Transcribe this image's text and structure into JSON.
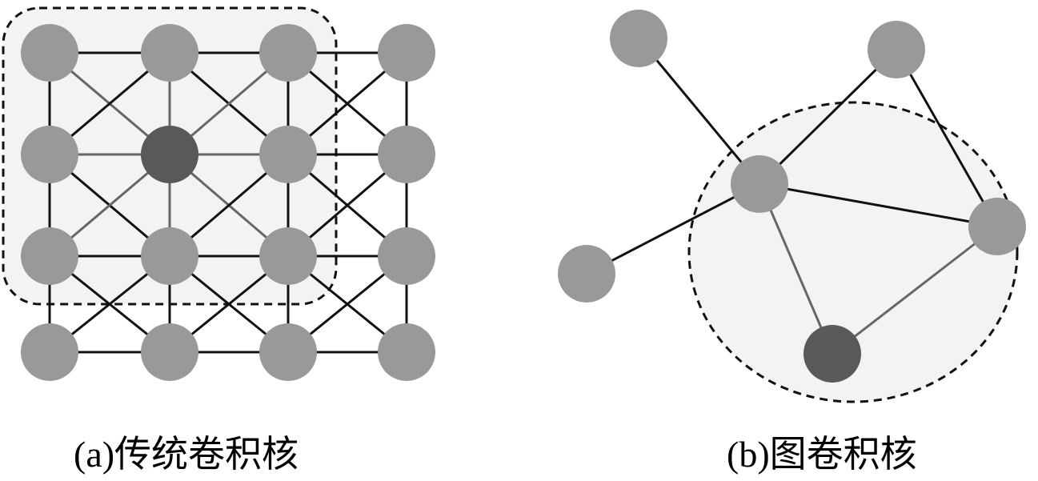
{
  "captions": {
    "a": "(a)传统卷积核",
    "b": "(b)图卷积核"
  },
  "colors": {
    "node": "#999999",
    "center_node": "#595959",
    "edge": "#111111",
    "inner_edge": "#666666",
    "region_fill": "#f3f3f3",
    "region_stroke": "#111111"
  },
  "grid_panel": {
    "rows": 4,
    "cols": 4,
    "center": [
      1,
      1
    ]
  },
  "graph_panel": {
    "nodes": [
      "n1",
      "n2",
      "n3",
      "n4",
      "n5",
      "n6"
    ],
    "center_node": "n6",
    "edges": [
      [
        "n1",
        "n3"
      ],
      [
        "n2",
        "n3"
      ],
      [
        "n2",
        "n4"
      ],
      [
        "n3",
        "n4"
      ],
      [
        "n5",
        "n3"
      ],
      [
        "n3",
        "n6"
      ],
      [
        "n4",
        "n6"
      ]
    ],
    "inner_edges": [
      [
        "n3",
        "n6"
      ],
      [
        "n4",
        "n6"
      ]
    ]
  }
}
